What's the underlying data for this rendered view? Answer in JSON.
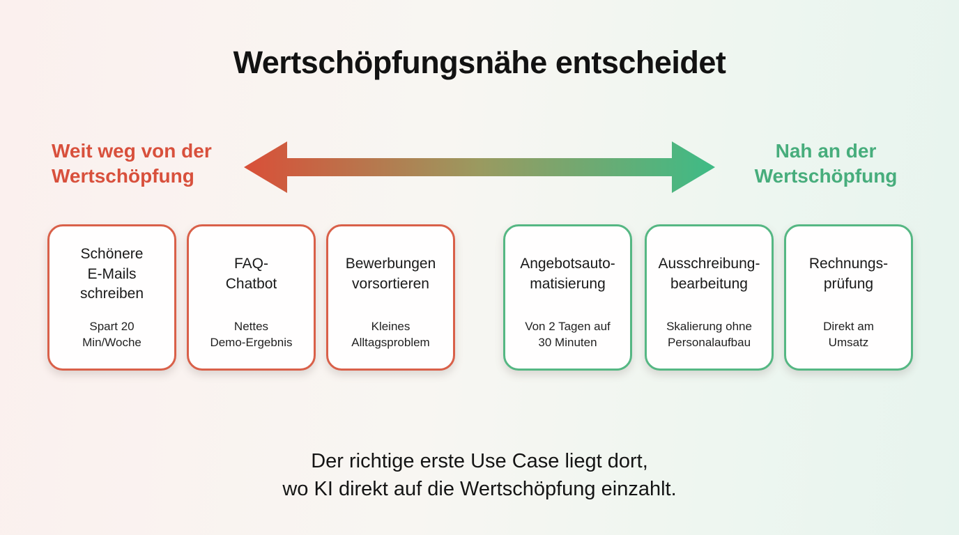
{
  "title": "Wertschöpfungsnähe entscheidet",
  "axis": {
    "left_label": "Weit weg von der\nWertschöpfung",
    "right_label": "Nah an der\nWertschöpfung",
    "left_color": "#d8503c",
    "right_color": "#47ad7c",
    "arrow_gradient_start": "#d94f38",
    "arrow_gradient_end": "#3ebb86"
  },
  "cards": [
    {
      "title": "Schönere\nE-Mails\nschreiben",
      "subtitle": "Spart 20\nMin/Woche",
      "side": "left",
      "border_color": "#d96049"
    },
    {
      "title": "FAQ-\nChatbot",
      "subtitle": "Nettes\nDemo-Ergebnis",
      "side": "left",
      "border_color": "#d96049"
    },
    {
      "title": "Bewerbungen\nvorsortieren",
      "subtitle": "Kleines\nAlltagsproblem",
      "side": "left",
      "border_color": "#d96049"
    },
    {
      "title": "Angebotsauto-\nmatisierung",
      "subtitle": "Von 2 Tagen auf\n30 Minuten",
      "side": "right",
      "border_color": "#55b783"
    },
    {
      "title": "Ausschreibung-\nbearbeitung",
      "subtitle": "Skalierung ohne\nPersonalaufbau",
      "side": "right",
      "border_color": "#55b783"
    },
    {
      "title": "Rechnungs-\nprüfung",
      "subtitle": "Direkt am\nUmsatz",
      "side": "right",
      "border_color": "#55b783"
    }
  ],
  "footer": "Der richtige erste Use Case liegt dort,\nwo KI direkt auf die Wertschöpfung einzahlt."
}
